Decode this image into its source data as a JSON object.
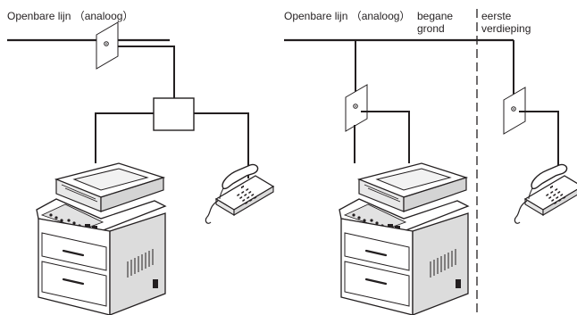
{
  "left_diagram": {
    "line_label": "Openbare lijn （analoog）"
  },
  "right_diagram": {
    "line_label": "Openbare lijn （analoog）",
    "ground_floor_label_1": "begane",
    "ground_floor_label_2": "grond",
    "first_floor_label_1": "eerste",
    "first_floor_label_2": "verdieping"
  },
  "icons": {
    "wall_jack": "wall-jack-icon",
    "splitter": "splitter-box",
    "telephone": "telephone-icon",
    "printer": "multifunction-printer-icon"
  },
  "colors": {
    "line": "#231f20",
    "device_fill": "#ffffff",
    "shadow": "#cfcfcf"
  }
}
